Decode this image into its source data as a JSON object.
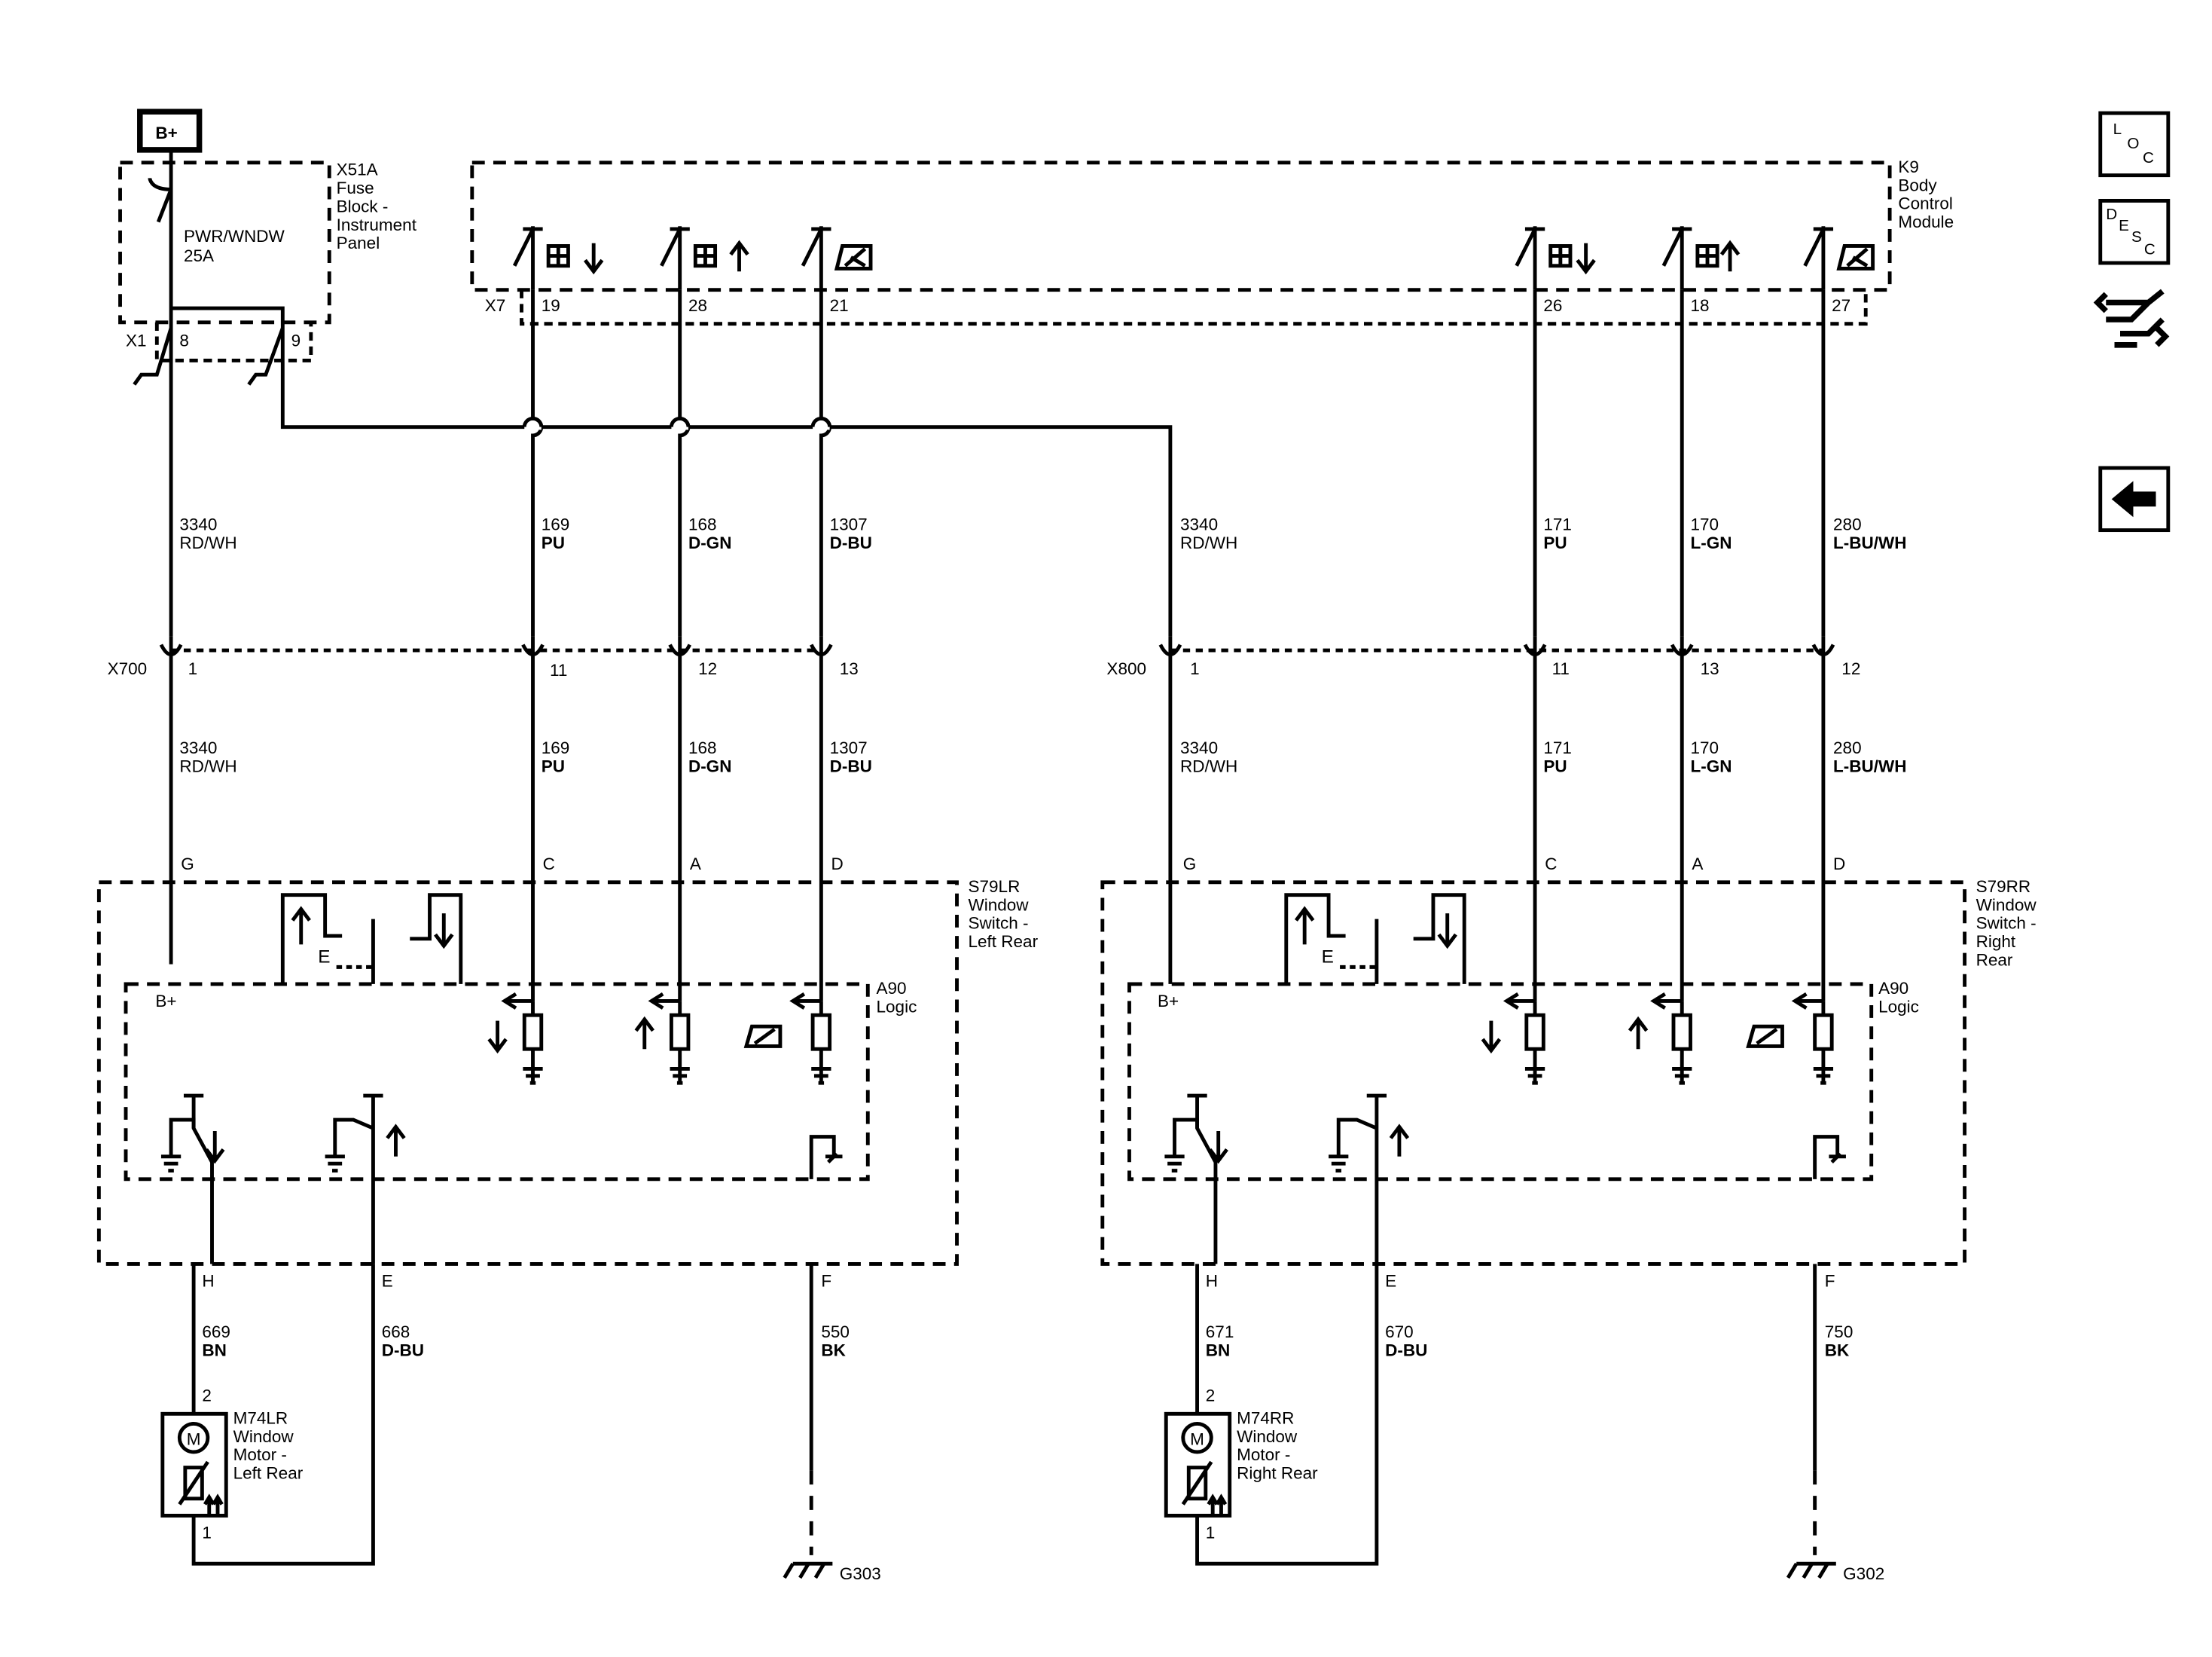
{
  "source": {
    "badge": "B+"
  },
  "fuse_block": {
    "id": "X51A",
    "name": [
      "Fuse",
      "Block -",
      "Instrument",
      "Panel"
    ],
    "fuse_name": "PWR/WNDW",
    "fuse_rating": "25A",
    "connector": "X1",
    "pins": [
      "8",
      "9"
    ]
  },
  "bcm": {
    "id": "K9",
    "name": [
      "Body",
      "Control",
      "Module"
    ],
    "connector": "X7",
    "pins": [
      "19",
      "28",
      "21",
      "26",
      "18",
      "27"
    ]
  },
  "wires_upper": [
    {
      "circuit": "3340",
      "color": "RD/WH"
    },
    {
      "circuit": "169",
      "color": "PU"
    },
    {
      "circuit": "168",
      "color": "D-GN"
    },
    {
      "circuit": "1307",
      "color": "D-BU"
    },
    {
      "circuit": "3340",
      "color": "RD/WH"
    },
    {
      "circuit": "171",
      "color": "PU"
    },
    {
      "circuit": "170",
      "color": "L-GN"
    },
    {
      "circuit": "280",
      "color": "L-BU/WH"
    }
  ],
  "inline_connectors": {
    "left": {
      "id": "X700",
      "pins": [
        "1",
        "11",
        "12",
        "13"
      ]
    },
    "right": {
      "id": "X800",
      "pins": [
        "1",
        "11",
        "13",
        "12"
      ]
    }
  },
  "wires_mid": [
    {
      "circuit": "3340",
      "color": "RD/WH"
    },
    {
      "circuit": "169",
      "color": "PU"
    },
    {
      "circuit": "168",
      "color": "D-GN"
    },
    {
      "circuit": "1307",
      "color": "D-BU"
    },
    {
      "circuit": "3340",
      "color": "RD/WH"
    },
    {
      "circuit": "171",
      "color": "PU"
    },
    {
      "circuit": "170",
      "color": "L-GN"
    },
    {
      "circuit": "280",
      "color": "L-BU/WH"
    }
  ],
  "left_switch": {
    "id": "S79LR",
    "name": [
      "Window",
      "Switch -",
      "Left Rear"
    ],
    "top_pins": [
      "G",
      "C",
      "A",
      "D"
    ],
    "bottom_pins": [
      "H",
      "E",
      "F"
    ],
    "logic_id": "A90",
    "logic_name": "Logic",
    "b_plus": "B+",
    "express_letter": "E"
  },
  "right_switch": {
    "id": "S79RR",
    "name": [
      "Window",
      "Switch -",
      "Right",
      "Rear"
    ],
    "top_pins": [
      "G",
      "C",
      "A",
      "D"
    ],
    "bottom_pins": [
      "H",
      "E",
      "F"
    ],
    "logic_id": "A90",
    "logic_name": "Logic",
    "b_plus": "B+",
    "express_letter": "E"
  },
  "wires_lower": [
    {
      "circuit": "669",
      "color": "BN"
    },
    {
      "circuit": "668",
      "color": "D-BU"
    },
    {
      "circuit": "550",
      "color": "BK"
    },
    {
      "circuit": "671",
      "color": "BN"
    },
    {
      "circuit": "670",
      "color": "D-BU"
    },
    {
      "circuit": "750",
      "color": "BK"
    }
  ],
  "left_motor": {
    "id": "M74LR",
    "name": [
      "Window",
      "Motor -",
      "Left Rear"
    ],
    "pin_top": "2",
    "pin_bottom": "1",
    "symbol": "M"
  },
  "right_motor": {
    "id": "M74RR",
    "name": [
      "Window",
      "Motor -",
      "Right Rear"
    ],
    "pin_top": "2",
    "pin_bottom": "1",
    "symbol": "M"
  },
  "grounds": [
    "G303",
    "G302"
  ],
  "nav": {
    "loc": [
      "L",
      "O",
      "C"
    ],
    "desc": [
      "D",
      "E",
      "S",
      "C"
    ]
  }
}
